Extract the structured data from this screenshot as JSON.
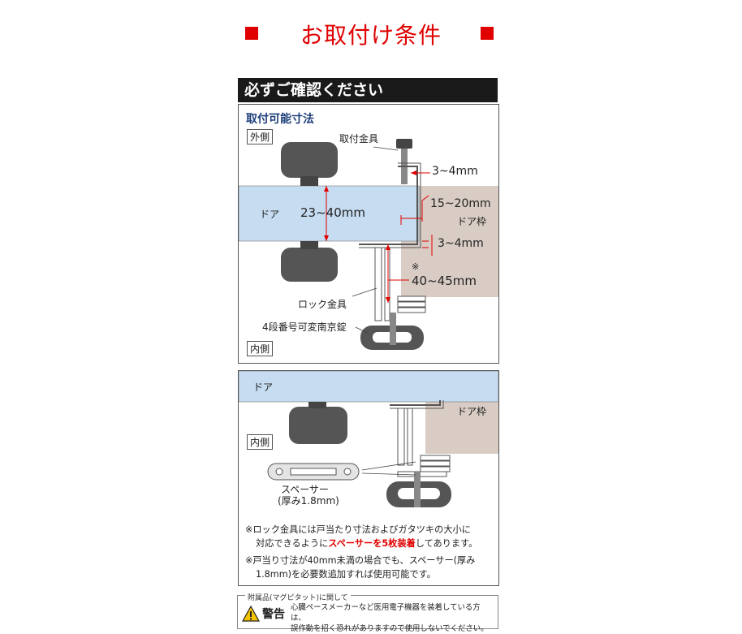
{
  "title": "お取付け条件",
  "header": "必ずご確認ください",
  "diagram1": {
    "subtitle": "取付可能寸法",
    "outside_label": "外側",
    "inside_label": "内側",
    "bracket_label": "取付金具",
    "door_label": "ドア",
    "door_thickness": "23~40mm",
    "gap_top": "3~4mm",
    "frame_offset": "15~20mm",
    "frame_label": "ドア枠",
    "gap_mid": "3~4mm",
    "mark": "※",
    "lock_depth": "40~45mm",
    "lock_bracket_label": "ロック金具",
    "lock_label": "4段番号可変南京錠"
  },
  "diagram2": {
    "door_label": "ドア",
    "frame_label": "ドア枠",
    "inside_label": "内側",
    "spacer_label": "スペーサー",
    "spacer_thickness": "(厚み1.8mm)"
  },
  "notes": {
    "note1_a": "※ロック金具には戸当たり寸法およびガタツキの大小に",
    "note1_b_pre": "対応できるように",
    "note1_b_red": "スペーサーを5枚装着",
    "note1_b_post": "してあります。",
    "note2_a": "※戸当り寸法が40mm未満の場合でも、スペーサー(厚み",
    "note2_b": "1.8mm)を必要数追加すれば使用可能です。"
  },
  "warning": {
    "legend": "附属品(マグピタット)に関して",
    "title": "警告",
    "line1": "心臓ペースメーカーなど医用電子機器を装着している方は、",
    "line2": "誤作動を招く恐れがありますので使用しないでください。"
  },
  "colors": {
    "title_red": "#e00000",
    "door_blue": "#c6dcf0",
    "frame_beige": "#d8ccc4",
    "knob_gray": "#555555",
    "dim_red": "#e00000"
  }
}
